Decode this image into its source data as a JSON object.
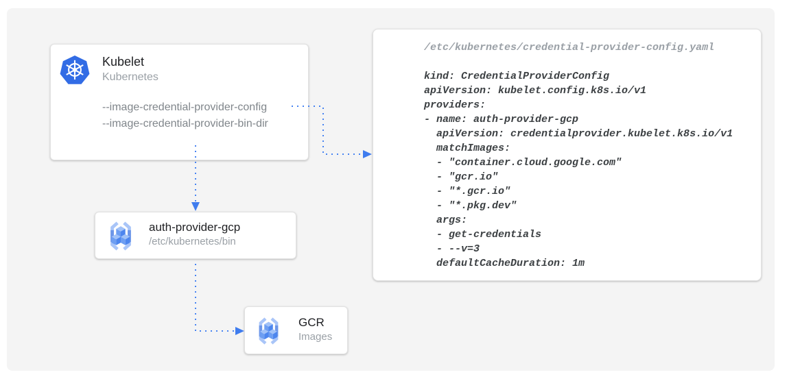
{
  "diagram": {
    "kubelet_card": {
      "icon": "kubernetes-helm-logo",
      "title": "Kubelet",
      "subtitle": "Kubernetes",
      "flags": [
        "--image-credential-provider-config",
        "--image-credential-provider-bin-dir"
      ]
    },
    "auth_provider_card": {
      "icon": "container-registry-logo",
      "title": "auth-provider-gcp",
      "subtitle": "/etc/kubernetes/bin"
    },
    "gcr_card": {
      "icon": "container-registry-logo",
      "title": "GCR",
      "subtitle": "Images"
    },
    "config_file": {
      "filename_comment": "/etc/kubernetes/credential-provider-config.yaml",
      "lines": [
        "kind: CredentialProviderConfig",
        "apiVersion: kubelet.config.k8s.io/v1",
        "providers:",
        "- name: auth-provider-gcp",
        "  apiVersion: credentialprovider.kubelet.k8s.io/v1",
        "  matchImages:",
        "  - \"container.cloud.google.com\"",
        "  - \"gcr.io\"",
        "  - \"*.gcr.io\"",
        "  - \"*.pkg.dev\"",
        "  args:",
        "  - get-credentials",
        "  - --v=3",
        "  defaultCacheDuration: 1m"
      ]
    },
    "colors": {
      "arrow_blue": "#4683f2",
      "arrowhead_blue": "#3f7cee",
      "kubernetes_blue": "#326ce5",
      "bracket_light_blue": "#a9c5f8",
      "bracket_dark_blue": "#6d96e8",
      "card_title_text": "#202124",
      "muted_text": "#9aa0a6",
      "flag_text": "#80868b",
      "code_text": "#3c4043",
      "canvas_background": "#f4f4f4"
    }
  }
}
